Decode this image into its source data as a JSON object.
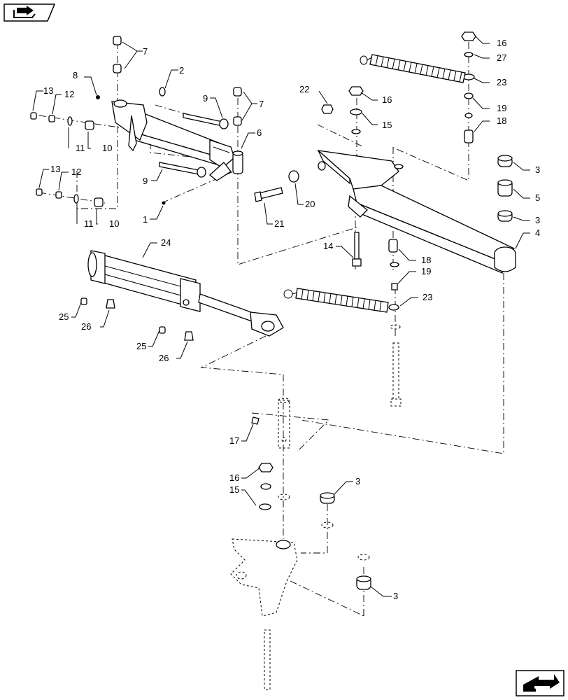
{
  "callouts": {
    "c1": "1",
    "c2": "2",
    "c3a": "3",
    "c3b": "3",
    "c3c": "3",
    "c3d": "3",
    "c4": "4",
    "c5": "5",
    "c6": "6",
    "c7a": "7",
    "c7b": "7",
    "c8": "8",
    "c9a": "9",
    "c9b": "9",
    "c10a": "10",
    "c10b": "10",
    "c11a": "11",
    "c11b": "11",
    "c12a": "12",
    "c12b": "12",
    "c13a": "13",
    "c13b": "13",
    "c14": "14",
    "c15a": "15",
    "c15b": "15",
    "c16a": "16",
    "c16b": "16",
    "c16c": "16",
    "c17": "17",
    "c18a": "18",
    "c18b": "18",
    "c19a": "19",
    "c19b": "19",
    "c20": "20",
    "c21": "21",
    "c22": "22",
    "c23a": "23",
    "c23b": "23",
    "c24": "24",
    "c25a": "25",
    "c25b": "25",
    "c26a": "26",
    "c26b": "26",
    "c27": "27"
  }
}
